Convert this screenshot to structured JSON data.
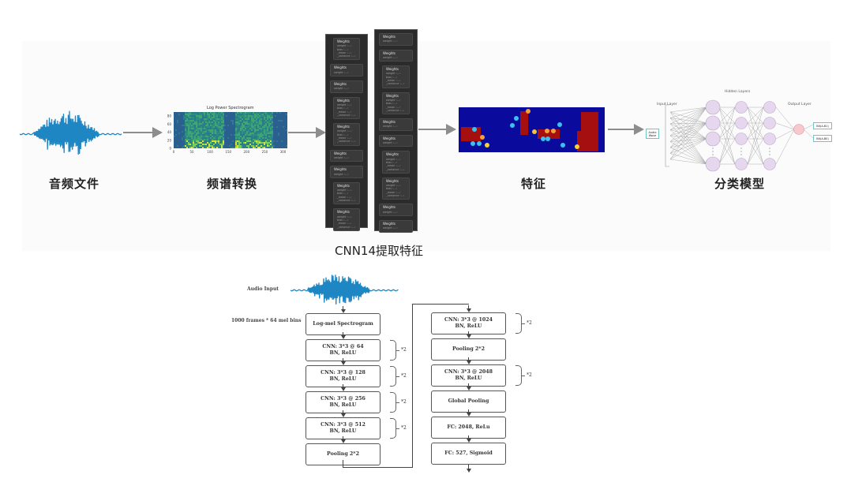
{
  "pipeline": {
    "stages": [
      {
        "id": "audio",
        "label": "音频文件"
      },
      {
        "id": "spectrogram",
        "label": "频谱转换"
      },
      {
        "id": "cnn",
        "label": "CNN14提取特征"
      },
      {
        "id": "feature",
        "label": "特征"
      },
      {
        "id": "classifier",
        "label": "分类模型"
      }
    ],
    "spectrogram": {
      "title": "Log Power Spectrogram",
      "y_ticks": [
        "0",
        "20",
        "40",
        "60",
        "80"
      ],
      "x_ticks": [
        "0",
        "50",
        "100",
        "150",
        "200",
        "250",
        "300"
      ]
    },
    "cnn_panel": {
      "card_title": "Weights",
      "left_column": [
        {
          "rows": [
            "weight",
            "bias",
            "_mean",
            "_variance"
          ]
        },
        {
          "rows": [
            "weight"
          ]
        },
        {
          "rows": [
            "weight"
          ]
        },
        {
          "rows": [
            "weight",
            "bias",
            "_mean",
            "_variance"
          ]
        },
        {
          "rows": [
            "weight",
            "bias",
            "_mean",
            "_variance"
          ]
        },
        {
          "rows": [
            "weight"
          ]
        },
        {
          "rows": [
            "weight"
          ]
        },
        {
          "rows": [
            "weight",
            "bias",
            "_mean",
            "_variance"
          ]
        },
        {
          "rows": [
            "weight",
            "bias",
            "_mean",
            "_variance"
          ]
        }
      ],
      "right_column": [
        {
          "rows": [
            "weight"
          ]
        },
        {
          "rows": [
            "weight"
          ]
        },
        {
          "rows": [
            "weight",
            "bias",
            "_mean",
            "_variance"
          ]
        },
        {
          "rows": [
            "weight",
            "bias",
            "_mean",
            "_variance"
          ]
        },
        {
          "rows": [
            "weight"
          ]
        },
        {
          "rows": [
            "weight"
          ]
        },
        {
          "rows": [
            "weight",
            "bias",
            "_mean",
            "_variance"
          ]
        },
        {
          "rows": [
            "weight",
            "bias",
            "_mean",
            "_variance"
          ]
        },
        {
          "rows": [
            "weight"
          ]
        },
        {
          "rows": [
            "weight"
          ]
        }
      ]
    },
    "classifier": {
      "input_layer_label": "Input Layer",
      "hidden_layers_label": "Hidden Layers",
      "output_layer_label": "Output Layer",
      "input_node": "Audio Wave",
      "outputs": [
        "Bit(A-B1)",
        "Bit(A-B0)"
      ]
    }
  },
  "flowchart": {
    "audio_input_label": "Audio Input",
    "input_note": "1000 frames * 64 mel bins",
    "left_column": [
      {
        "label": "Log-mel Spectrogram",
        "repeat": ""
      },
      {
        "label": "CNN: 3*3 @ 64\nBN, ReLU",
        "repeat": "*2"
      },
      {
        "label": "CNN: 3*3 @ 128\nBN, ReLU",
        "repeat": "*2"
      },
      {
        "label": "CNN: 3*3 @ 256\nBN, ReLU",
        "repeat": "*2"
      },
      {
        "label": "CNN: 3*3 @ 512\nBN, ReLU",
        "repeat": "*2"
      },
      {
        "label": "Pooling 2*2",
        "repeat": ""
      }
    ],
    "right_column": [
      {
        "label": "CNN: 3*3 @ 1024\nBN, ReLU",
        "repeat": "*2"
      },
      {
        "label": "Pooling 2*2",
        "repeat": ""
      },
      {
        "label": "CNN: 3*3 @ 2048\nBN, ReLU",
        "repeat": "*2"
      },
      {
        "label": "Global Pooling",
        "repeat": ""
      },
      {
        "label": "FC: 2048, ReLu",
        "repeat": ""
      },
      {
        "label": "FC: 527, Sigmoid",
        "repeat": ""
      }
    ]
  },
  "colors": {
    "waveform": "#1f86c4",
    "arrow": "#8d8d8d",
    "cnn_bg": "#2b2b2b",
    "feature_bg": "#0a0a9c",
    "feature_hot": "#a50f0f",
    "hidden_node": "#e6d7ef",
    "output_node": "#f6c9cf",
    "io_box_border": "#6cc6c3"
  }
}
